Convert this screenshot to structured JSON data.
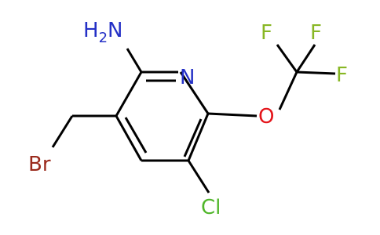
{
  "molecule": {
    "atoms": {
      "amine": {
        "label": "H",
        "sub": "2",
        "tail": "N"
      },
      "ring_n": "N",
      "ether_o": "O",
      "f_left": "F",
      "f_right": "F",
      "f_bottom": "F",
      "cl": "Cl",
      "br": "Br"
    },
    "colors": {
      "bond": "#000000",
      "nitrogen": "#2430c6",
      "oxygen": "#e4151b",
      "fluorine": "#88b724",
      "chlorine": "#50b62a",
      "bromine": "#9a2a1c"
    }
  }
}
